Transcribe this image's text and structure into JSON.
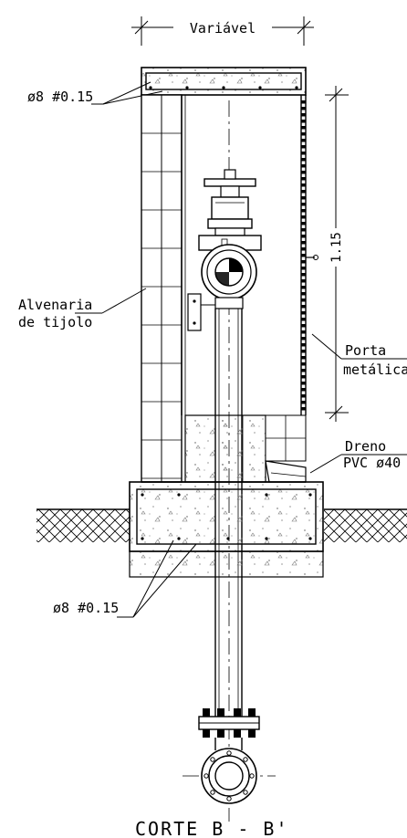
{
  "dimension_width": "Variável",
  "dimension_height": "1.15",
  "rebar_top": "ø8 #0.15",
  "rebar_bottom": "ø8 #0.15",
  "masonry_line1": "Alvenaria",
  "masonry_line2": "de tijolo",
  "door_line1": "Porta",
  "door_line2": "metálica",
  "drain_line1": "Dreno",
  "drain_line2": "PVC ø40",
  "section_title": "CORTE B - B'"
}
